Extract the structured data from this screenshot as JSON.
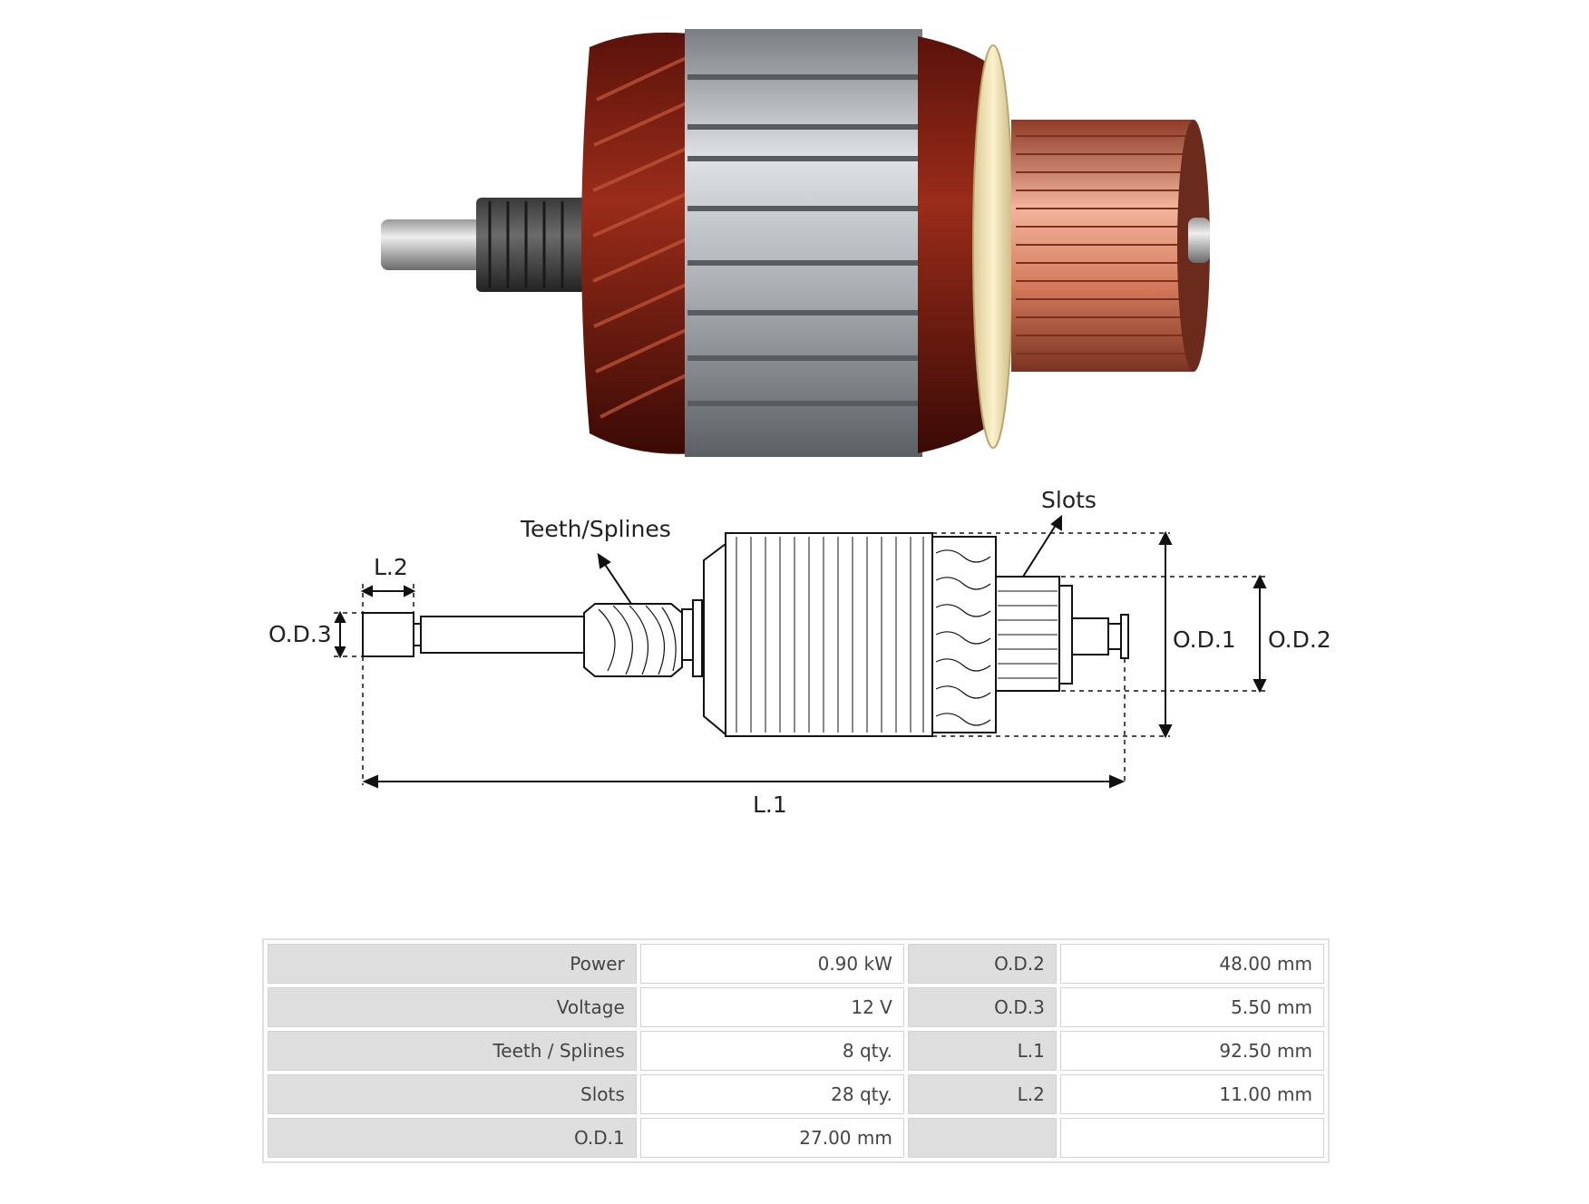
{
  "diagram": {
    "labels": {
      "teeth_splines": "Teeth/Splines",
      "slots": "Slots",
      "l2": "L.2",
      "od3": "O.D.3",
      "od1": "O.D.1",
      "od2": "O.D.2",
      "l1": "L.1"
    }
  },
  "specs": {
    "rows": [
      {
        "label_a": "Power",
        "value_a": "0.90 kW",
        "label_b": "O.D.2",
        "value_b": "48.00 mm"
      },
      {
        "label_a": "Voltage",
        "value_a": "12 V",
        "label_b": "O.D.3",
        "value_b": "5.50 mm"
      },
      {
        "label_a": "Teeth / Splines",
        "value_a": "8 qty.",
        "label_b": "L.1",
        "value_b": "92.50 mm"
      },
      {
        "label_a": "Slots",
        "value_a": "28 qty.",
        "label_b": "L.2",
        "value_b": "11.00 mm"
      },
      {
        "label_a": "O.D.1",
        "value_a": "27.00 mm",
        "label_b": "",
        "value_b": ""
      }
    ]
  },
  "colors": {
    "copper_winding": "#7a1c10",
    "steel": "#b8bcc0",
    "commutator": "#d9826a",
    "insulator": "#f2e6b8",
    "table_label_bg": "#dedede"
  }
}
